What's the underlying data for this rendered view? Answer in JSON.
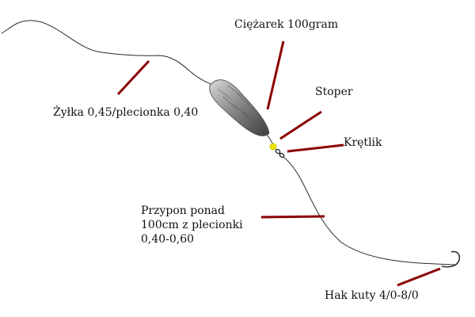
{
  "labels": {
    "weight": "Ciężarek 100gram",
    "line": "Żyłka 0,45/plecionka 0,40",
    "stopper": "Stoper",
    "swivel": "Krętlik",
    "leader_line1": "Przypon ponad",
    "leader_line2": "100cm z plecionki",
    "leader_line3": "0,40-0,60",
    "hook": "Hak kuty 4/0-8/0"
  },
  "colors": {
    "pointer": "#8b0000",
    "line": "#2a2a2a",
    "stopper": "#f2e600",
    "sinker": "#8a8a8a"
  }
}
